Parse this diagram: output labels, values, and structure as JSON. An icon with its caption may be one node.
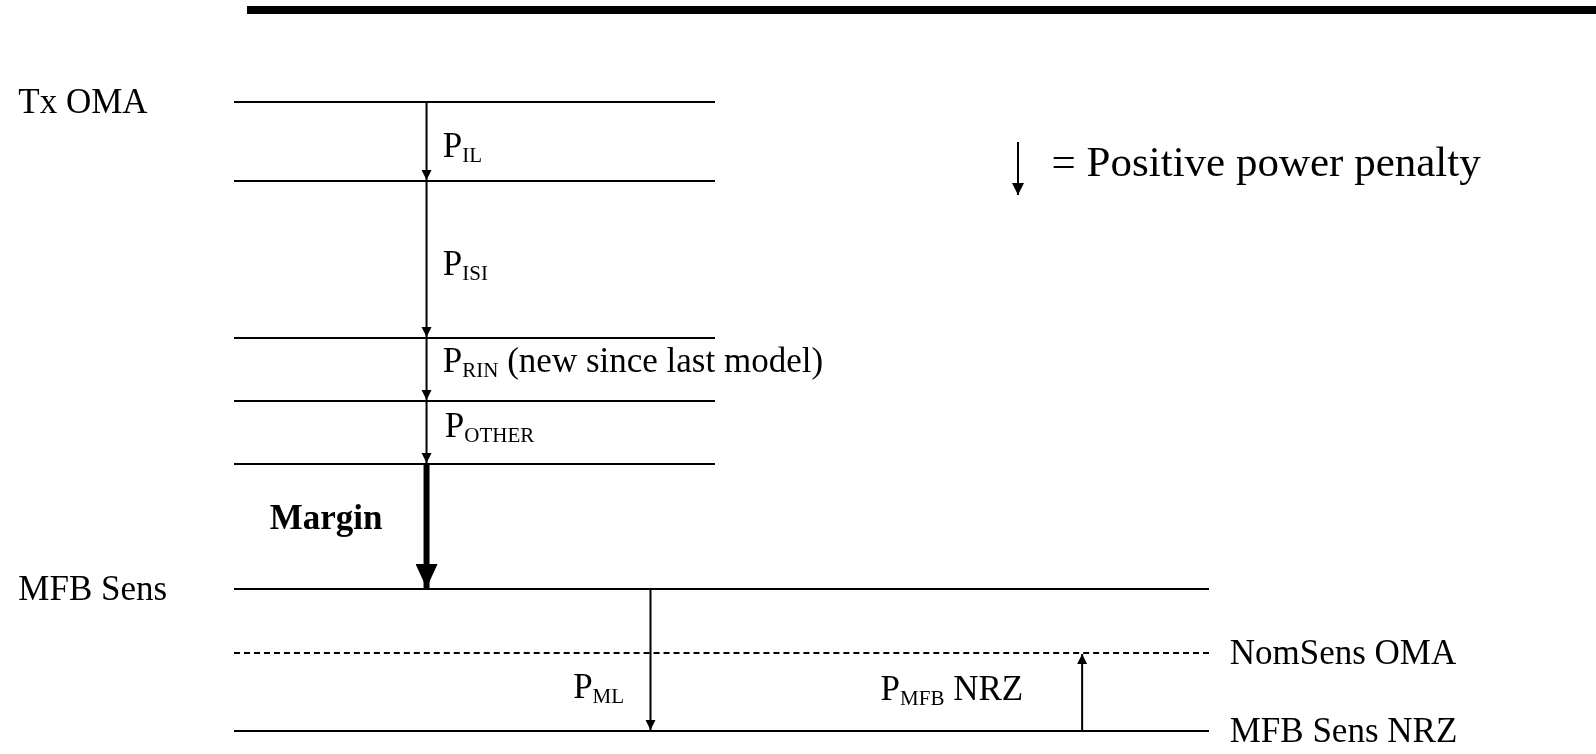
{
  "diagram": {
    "nodes": [
      {
        "text": [
          "Tx OMA"
        ]
      },
      {
        "text": [],
        "shape": "bar"
      },
      {
        "text": [],
        "shape": "bar"
      },
      {
        "text": [],
        "shape": "bar"
      },
      {
        "text": [],
        "shape": "bar"
      },
      {
        "text": [
          "MFB Sens"
        ]
      },
      {
        "text": [
          "NomSens OMA"
        ]
      },
      {
        "text": [
          "MFB Sens NRZ"
        ]
      }
    ],
    "edges": [
      {
        "from": 0,
        "to": 1,
        "arrow": "to",
        "label": "P$_{IL}$"
      },
      {
        "from": 1,
        "to": 2,
        "arrow": "to",
        "label": "P$_{ISI}$"
      },
      {
        "from": 2,
        "to": 3,
        "arrow": "to",
        "label": "P$_{RIN}$ (new since last model)"
      },
      {
        "from": 3,
        "to": 4,
        "arrow": "to",
        "label": "P$_{OTHER}$"
      },
      {
        "from": 4,
        "to": 5,
        "arrow": "to",
        "label": "Margin",
        "style": "thick"
      },
      {
        "from": 5,
        "to": 7,
        "arrow": "to",
        "label": "P$_{ML}$"
      },
      {
        "from": 7,
        "to": 6,
        "arrow": "to",
        "label": "P$_{MFB}$ NRZ"
      }
    ],
    "legend": [
      {
        "text": "= Positive power penalty"
      }
    ]
  }
}
